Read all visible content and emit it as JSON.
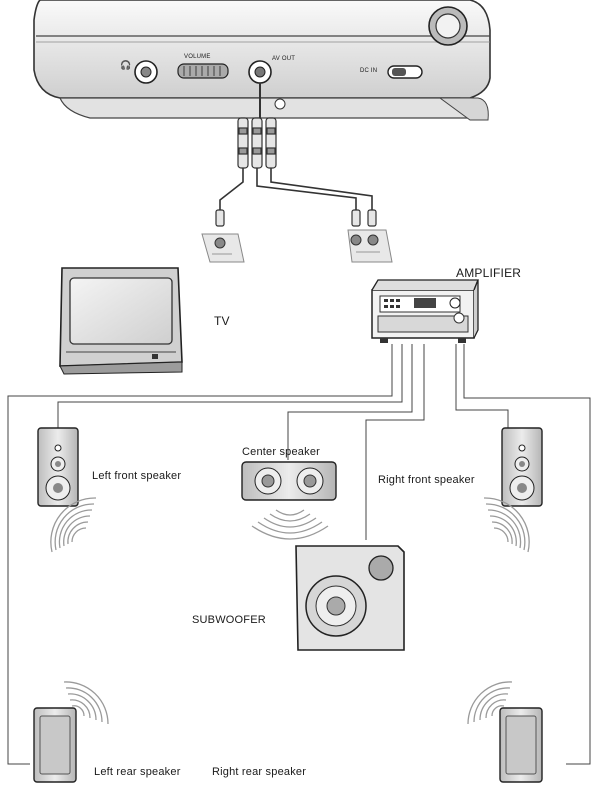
{
  "labels": {
    "amplifier": "AMPLIFIER",
    "tv": "TV",
    "center_speaker": "Center speaker",
    "left_front": "Left front speaker",
    "right_front": "Right front speaker",
    "subwoofer": "SUBWOOFER",
    "left_rear": "Left rear speaker",
    "right_rear": "Right rear speaker"
  },
  "device_panel": {
    "headphone_icon": "headphones-icon",
    "volume_label": "VOLUME",
    "av_out_label": "AV OUT",
    "power_label": "DC IN"
  },
  "colors": {
    "line": "#555555",
    "device_fill": "#ececec",
    "speaker_fill": "#d9d9d9",
    "wave": "#9a9a9a"
  }
}
